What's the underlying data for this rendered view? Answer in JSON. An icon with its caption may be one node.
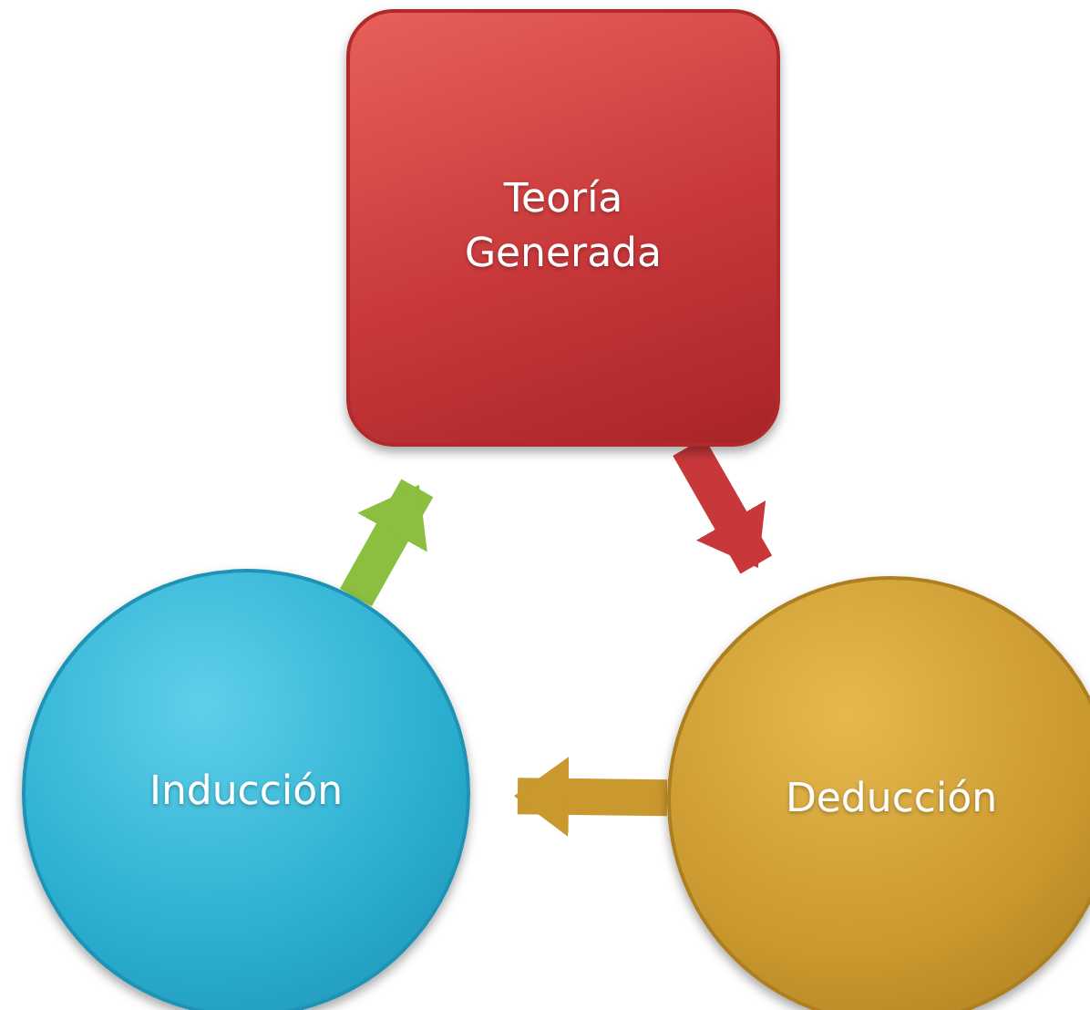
{
  "diagram": {
    "nodes": [
      {
        "text": [
          "Teoría Generada"
        ]
      },
      {
        "text": [
          "Inducción"
        ]
      },
      {
        "text": [
          "Deducción"
        ]
      }
    ],
    "edges": [
      {
        "from": 1,
        "to": 0,
        "arrow": "to",
        "color": "#8cbf3f"
      },
      {
        "from": 0,
        "to": 2,
        "arrow": "to",
        "color": "#c8383a"
      },
      {
        "from": 2,
        "to": 1,
        "arrow": "to",
        "color": "#c9982e"
      }
    ]
  }
}
